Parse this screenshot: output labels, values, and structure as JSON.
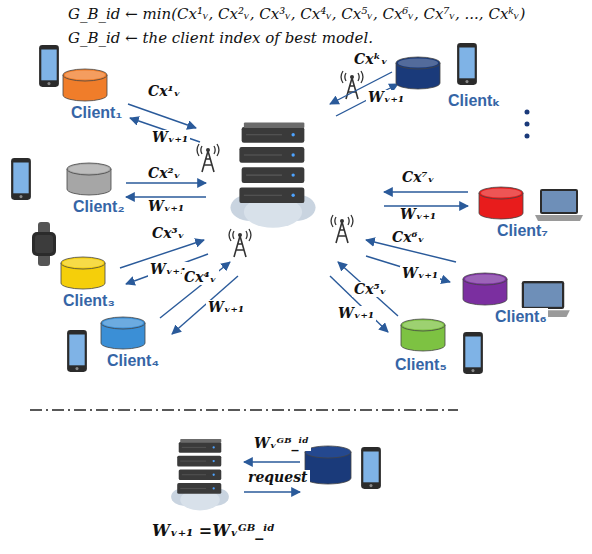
{
  "diagram": {
    "nodes": [
      {
        "text": [
          "Client₁"
        ]
      },
      {
        "text": [
          "Client₂"
        ]
      },
      {
        "text": [
          "Client₃"
        ]
      },
      {
        "text": [
          "Client₄"
        ]
      },
      {
        "text": [
          "Client₅"
        ]
      },
      {
        "text": [
          "Client₆"
        ]
      },
      {
        "text": [
          "Client₇"
        ]
      },
      {
        "text": [
          "Clientₖ"
        ]
      }
    ],
    "labels": [
      "G_B_id ← min(Cx¹ᵥ, Cx²ᵥ, Cx³ᵥ, Cx⁴ᵥ, Cx⁵ᵥ, Cx⁶ᵥ, Cx⁷ᵥ, ..., Cxᵏᵥ)",
      "G_B_id ← the client index of best model.",
      "Cx¹ᵥ",
      "Wᵥ₊₁",
      "Cx²ᵥ",
      "Wᵥ₊₁",
      "Cx³ᵥ",
      "Wᵥ₊₁",
      "Cx⁴ᵥ",
      "Wᵥ₊₁",
      "Cx⁵ᵥ",
      "Wᵥ₊₁",
      "Cx⁶ᵥ",
      "Wᵥ₊₁",
      "Cx⁷ᵥ",
      "Wᵥ₊₁",
      "Cxᵏᵥ",
      "Wᵥ₊₁",
      "Wᵥᴳᴮ_ⁱᵈ",
      "request",
      "Wᵥ₊₁ =Wᵥᴳᴮ_ⁱᵈ"
    ]
  }
}
